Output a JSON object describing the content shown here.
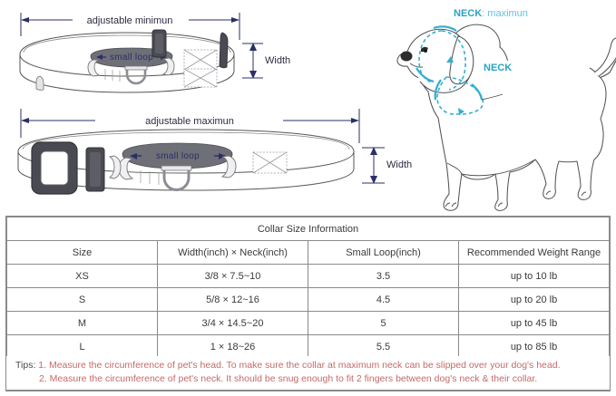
{
  "diagram": {
    "top_collar": {
      "dimension_label": "adjustable minimun",
      "width_label": "Width",
      "loop_label": "small loop"
    },
    "bottom_collar": {
      "dimension_label": "adjustable maximun",
      "width_label": "Width",
      "loop_label": "small loop"
    },
    "dog": {
      "neck_max_bold": "NECK",
      "neck_max_rest": ": maximun",
      "neck_label": "NECK"
    },
    "colors": {
      "dimension_arrow": "#2b2f66",
      "loop_text": "#2b2f66",
      "neck_teal": "#29a3c4",
      "neck_teal_light": "#62c3dc",
      "outline": "#555555",
      "strap_fill": "#ffffff",
      "hardware_dark": "#4a4a52",
      "band_gray": "#6f6f78"
    }
  },
  "table": {
    "title": "Collar Size Information",
    "headers": [
      "Size",
      "Width(inch)  ×  Neck(inch)",
      "Small Loop(inch)",
      "Recommended Weight Range"
    ],
    "rows": [
      [
        "XS",
        "3/8  × 7.5~10",
        "3.5",
        "up to 10 lb"
      ],
      [
        "S",
        "5/8  × 12~16",
        "4.5",
        "up to 20 lb"
      ],
      [
        "M",
        "3/4  × 14.5~20",
        "5",
        "up to 45 lb"
      ],
      [
        "L",
        "1 × 18~26",
        "5.5",
        "up to 85 lb"
      ]
    ]
  },
  "tips": {
    "label": "Tips:",
    "item1": "1. Measure the circumference of pet's head.  To make sure the collar at maximum neck can be slipped over your dog's head.",
    "item2": "2. Measure the circumference of pet's neck. It should be snug enough to fit 2 fingers between dog's neck & their collar."
  }
}
